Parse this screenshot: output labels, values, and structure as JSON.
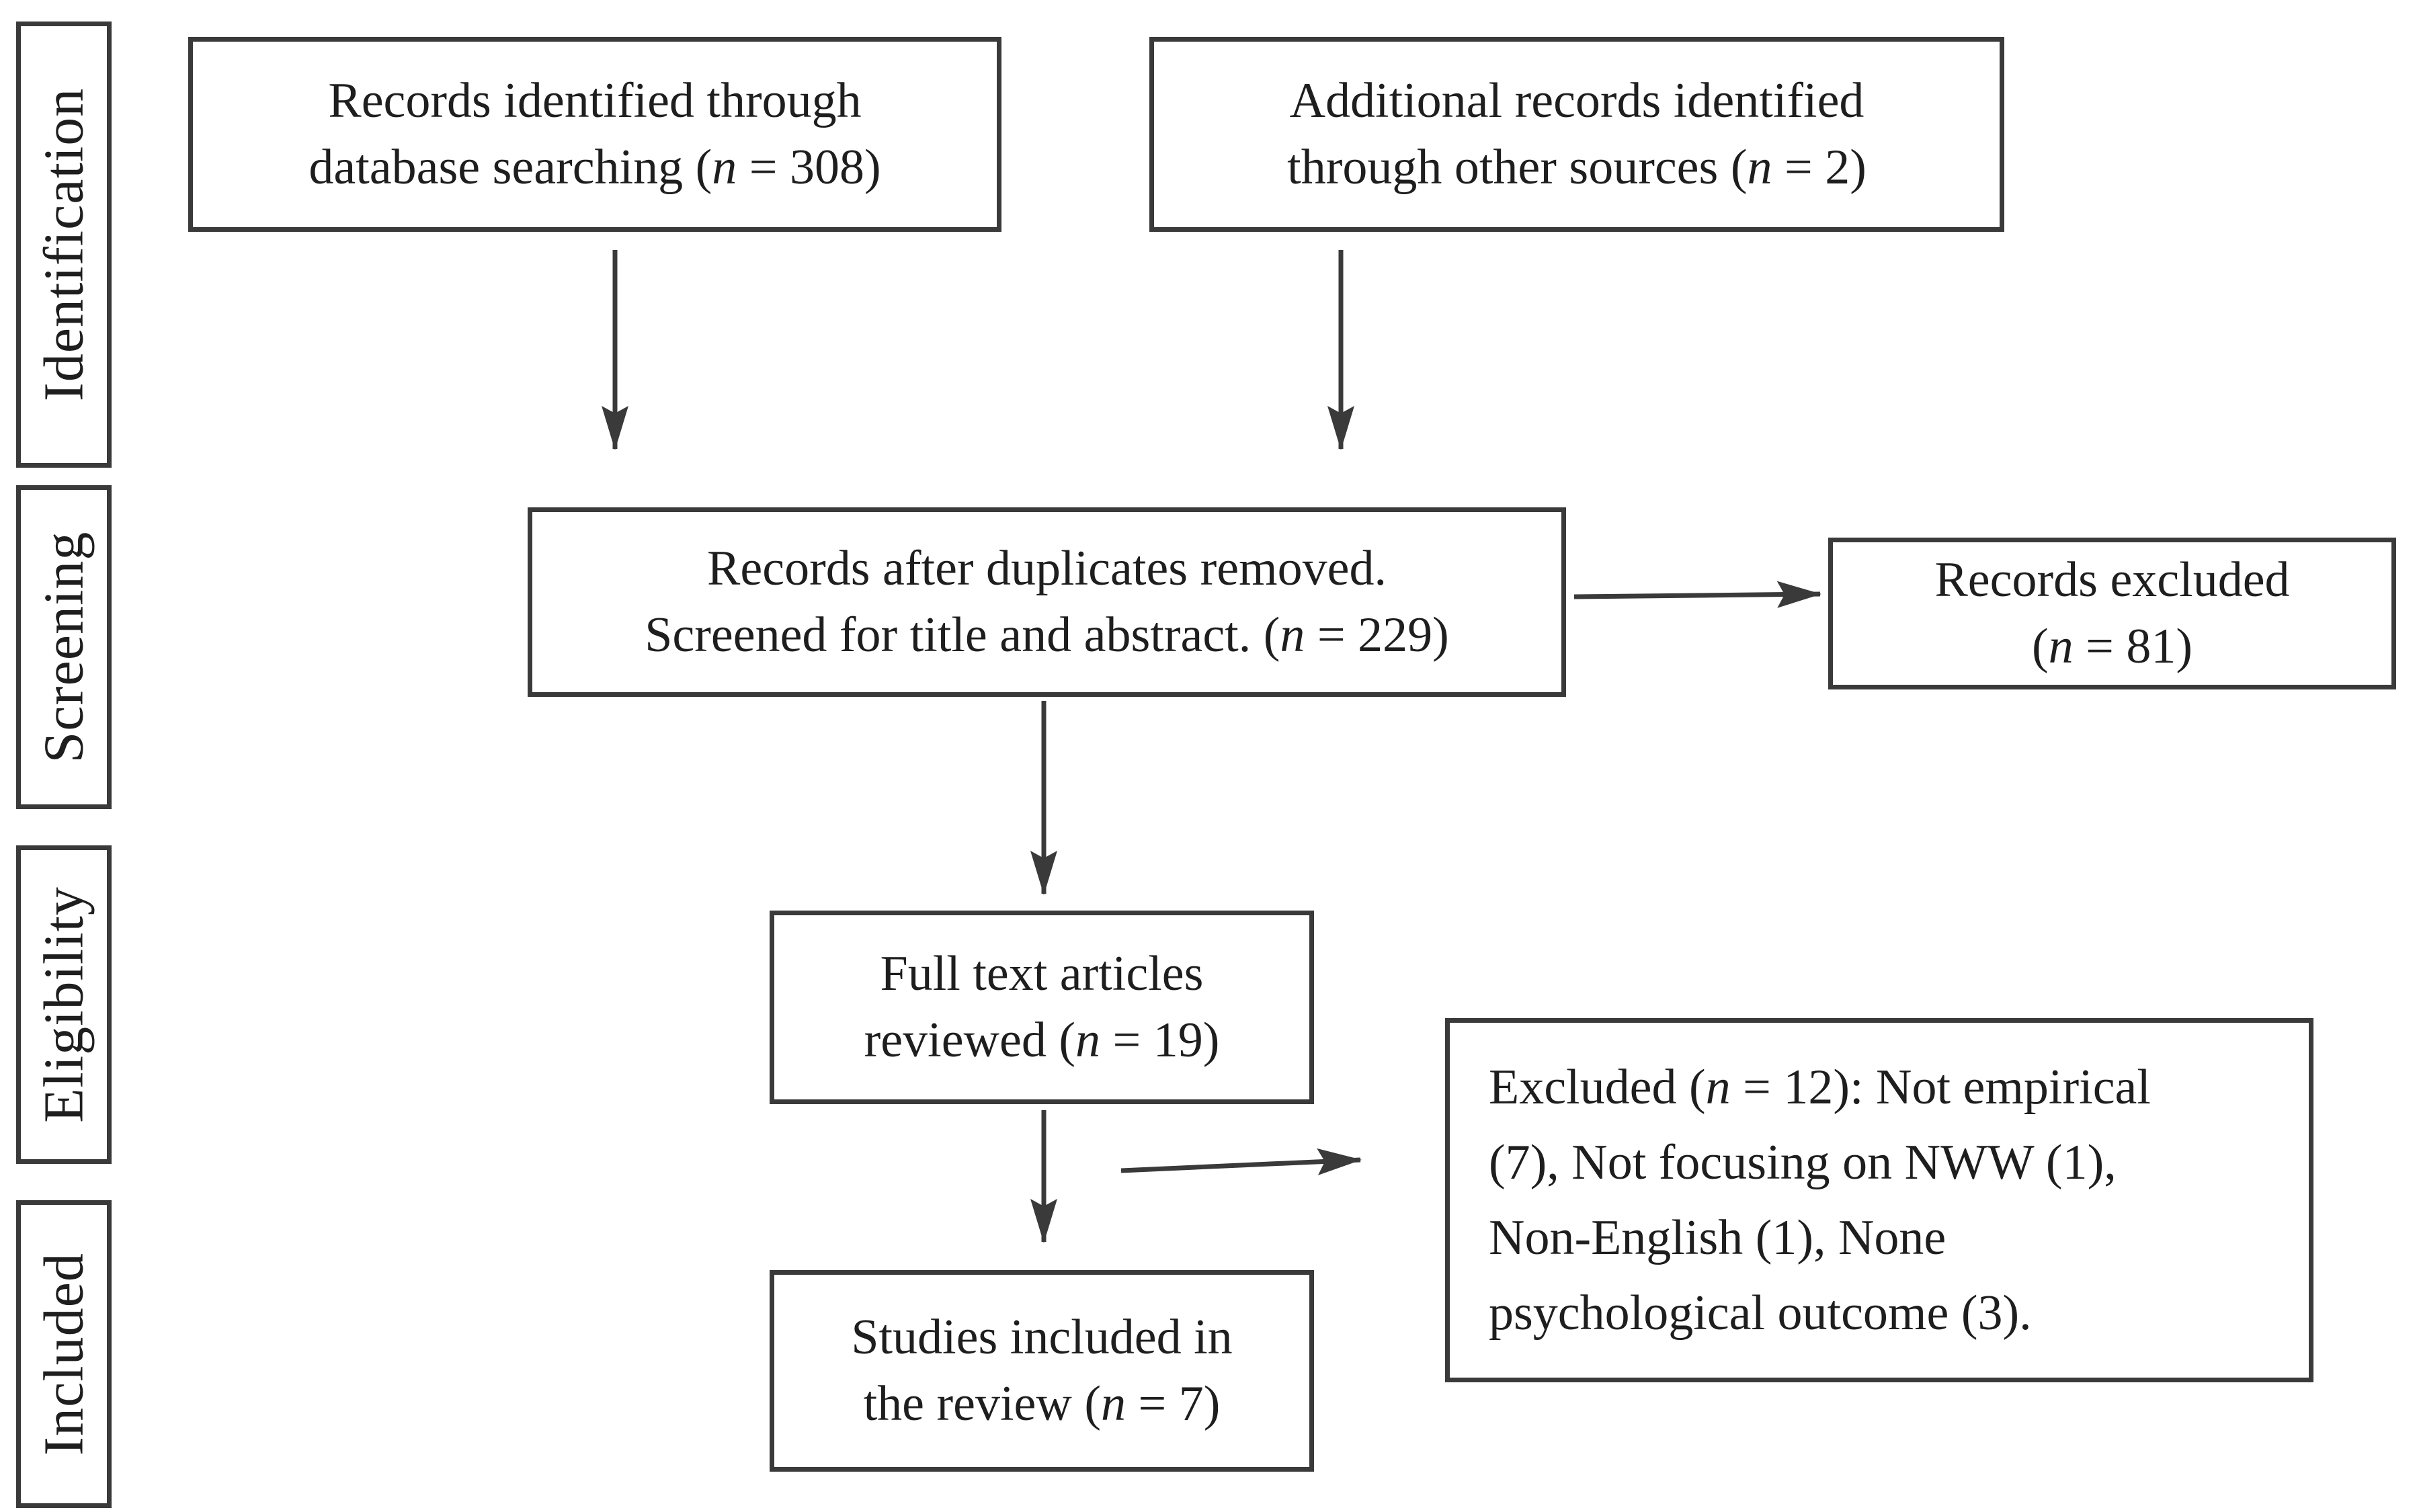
{
  "palette": {
    "line": "#3a3a3a",
    "text": "#1e1e1e",
    "bg": "#ffffff"
  },
  "diagram_type": "prisma-flowchart",
  "stages": [
    {
      "label": "Identification"
    },
    {
      "label": "Screening"
    },
    {
      "label": "Eligibility"
    },
    {
      "label": "Included"
    }
  ],
  "nodes": {
    "identified": {
      "lines": [
        "Records identified through",
        "database searching (n = 308)"
      ]
    },
    "additional": {
      "lines": [
        "Additional records identified",
        "through other sources (n = 2)"
      ]
    },
    "deduplicated": {
      "lines": [
        "Records after duplicates removed.",
        "Screened for title and abstract. (n = 229)"
      ]
    },
    "records_excluded": {
      "lines": [
        "Records excluded",
        "(n = 81)"
      ]
    },
    "full_text": {
      "lines": [
        "Full text articles",
        "reviewed (n = 19)"
      ]
    },
    "excluded_reasons": {
      "lines": [
        "Excluded (n = 12): Not empirical",
        "(7), Not focusing on NWW (1),",
        "Non-English (1), None",
        "psychological outcome (3)."
      ]
    },
    "included_studies": {
      "lines": [
        "Studies included in",
        "the review (n = 7)"
      ]
    }
  },
  "edges": [
    {
      "from": "identified",
      "to": "deduplicated"
    },
    {
      "from": "additional",
      "to": "deduplicated"
    },
    {
      "from": "deduplicated",
      "to": "records_excluded"
    },
    {
      "from": "deduplicated",
      "to": "full_text"
    },
    {
      "from": "full_text",
      "to": "included_studies"
    },
    {
      "from": "full_text",
      "to": "excluded_reasons"
    }
  ]
}
